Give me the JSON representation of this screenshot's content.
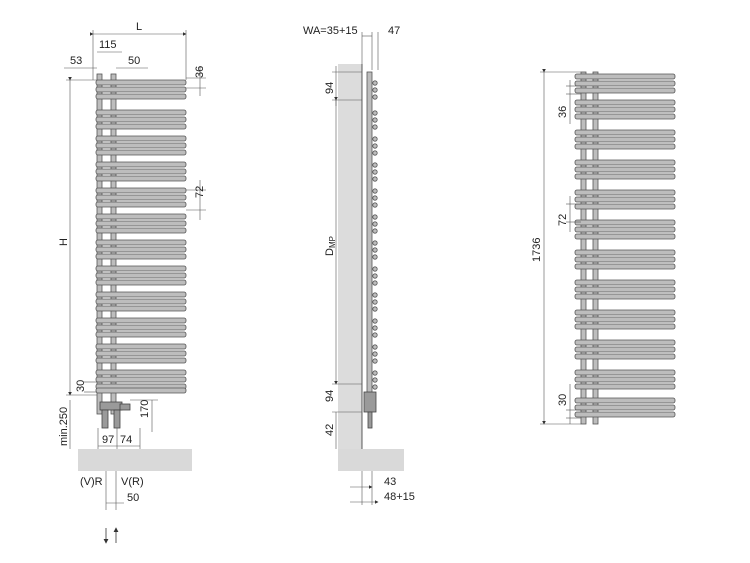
{
  "front_view": {
    "L": "L",
    "d115": "115",
    "d53": "53",
    "d50_top": "50",
    "d36": "36",
    "d72": "72",
    "H": "H",
    "d30": "30",
    "d170": "170",
    "min250": "min.250",
    "d97": "97",
    "d74": "74",
    "vr_left": "(V)R",
    "vr_right": "V(R)",
    "d50_bottom": "50"
  },
  "side_view": {
    "wa": "WA=35+15",
    "d47": "47",
    "d94_top": "94",
    "dmp_main": "D",
    "dmp_sub": "MP",
    "d94_bottom": "94",
    "d42": "42",
    "d43": "43",
    "d48": "48+15"
  },
  "right_view": {
    "d36": "36",
    "d72": "72",
    "d1736": "1736",
    "d30": "30"
  },
  "colors": {
    "bar_fill": "#bdbdbd",
    "floor": "#d9d9d9",
    "line": "#333333"
  }
}
